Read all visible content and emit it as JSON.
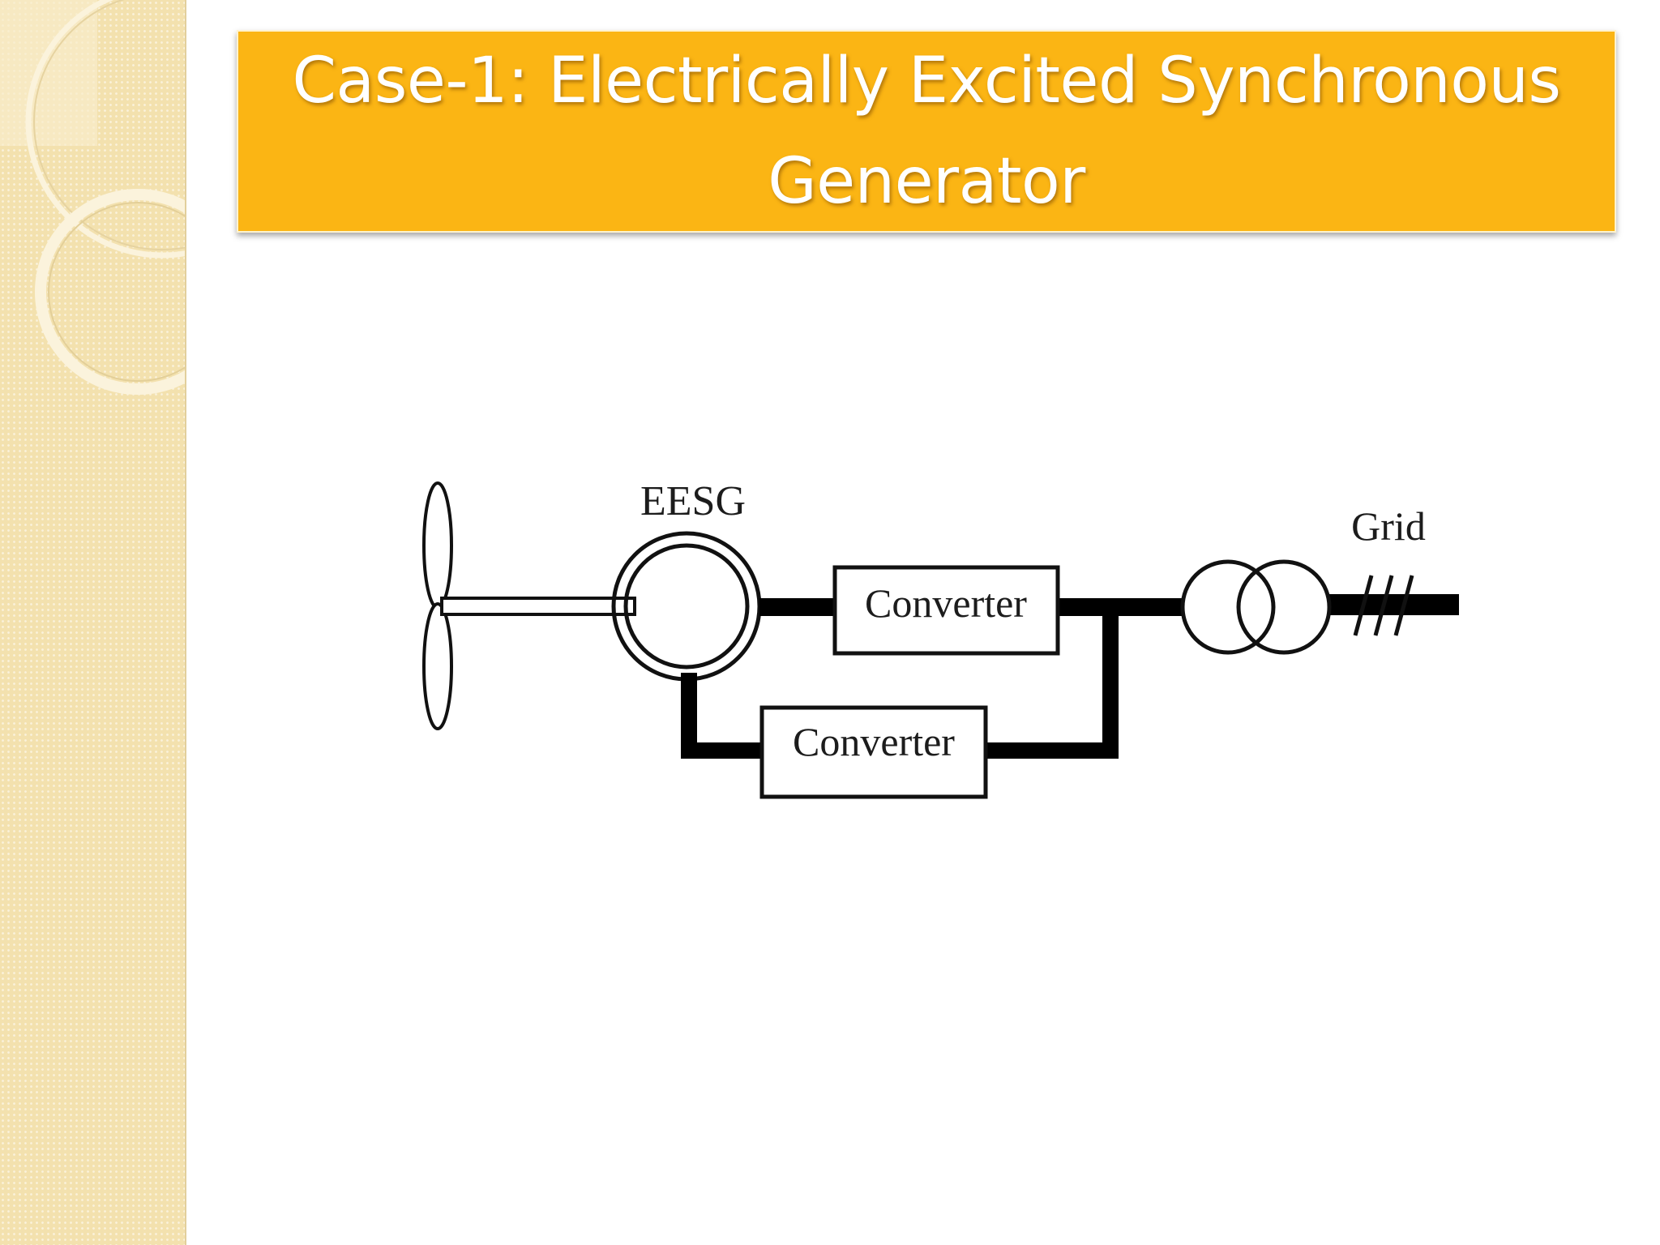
{
  "title": "Case-1: Electrically Excited Synchronous Generator",
  "diagram": {
    "generator_label": "EESG",
    "grid_label": "Grid",
    "converter_top_label": "Converter",
    "converter_bottom_label": "Converter"
  }
}
